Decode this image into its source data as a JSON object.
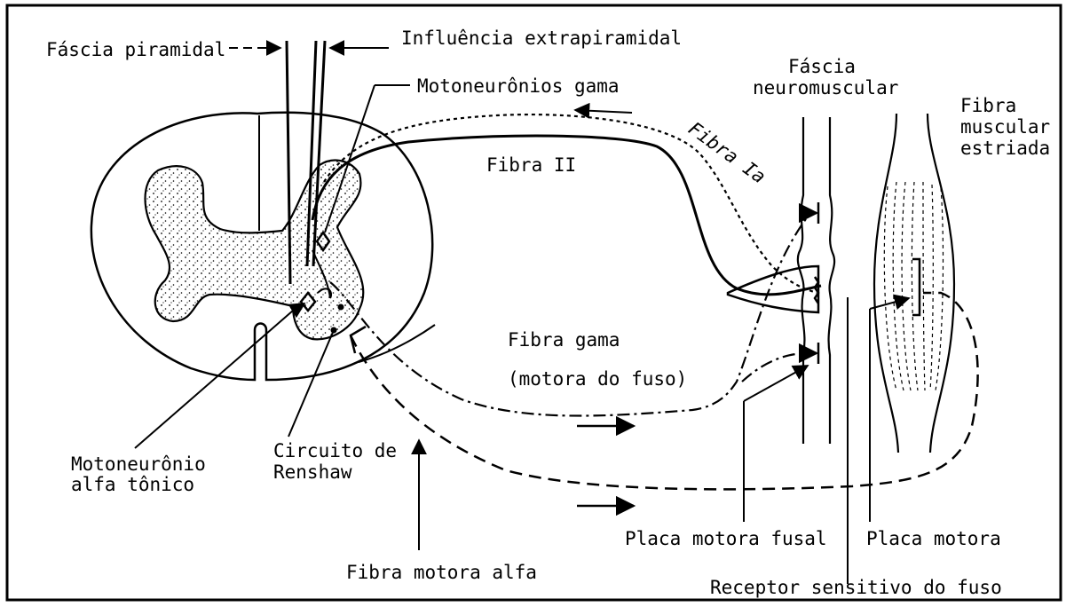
{
  "labels": {
    "fascia_piramidal": "Fáscia piramidal",
    "influencia_extrapiramidal": "Influência extrapiramidal",
    "motoneuronios_gama": "Motoneurônios gama",
    "fascia_neuromuscular_1": "Fáscia",
    "fascia_neuromuscular_2": "neuromuscular",
    "fibra_muscular_1": "Fibra",
    "fibra_muscular_2": "muscular",
    "fibra_muscular_3": "estriada",
    "fibra_ia": "Fibra Ia",
    "fibra_ii": "Fibra II",
    "fibra_gama_1": "Fibra gama",
    "fibra_gama_2": "(motora do fuso)",
    "motoneuronio_alfa_1": "Motoneurônio",
    "motoneuronio_alfa_2": "alfa tônico",
    "circuito_renshaw_1": "Circuito de",
    "circuito_renshaw_2": "Renshaw",
    "placa_motora_fusal": "Placa motora fusal",
    "placa_motora": "Placa motora",
    "fibra_motora_alfa": "Fibra motora alfa",
    "receptor_sensitivo": "Receptor sensitivo do fuso"
  },
  "colors": {
    "ink": "#000000",
    "background": "#ffffff"
  }
}
